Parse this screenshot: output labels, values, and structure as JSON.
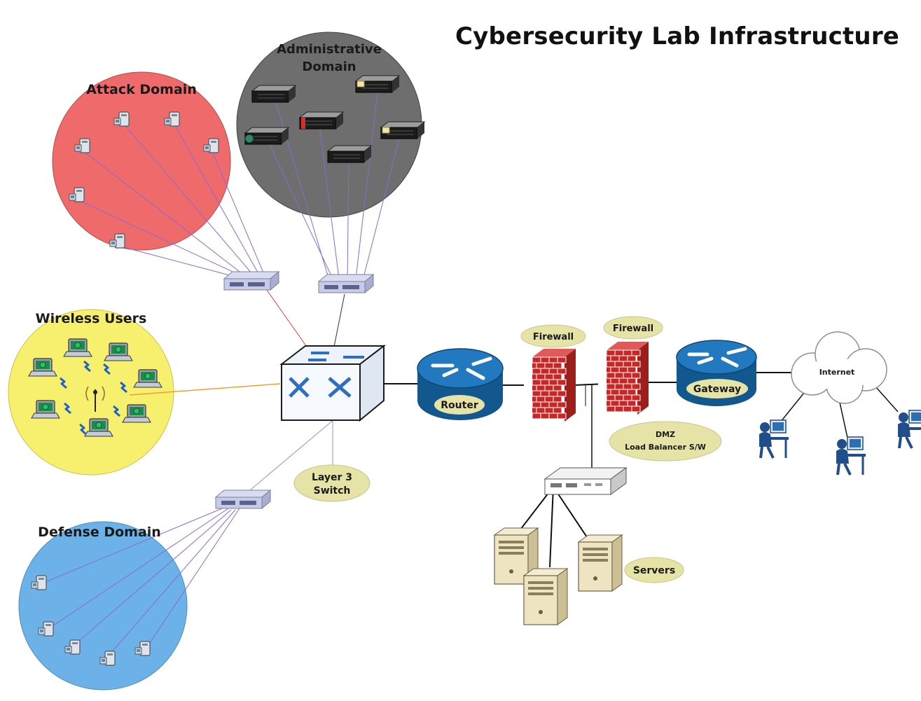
{
  "title": "Cybersecurity Lab Infrastructure",
  "domains": {
    "attack": "Attack Domain",
    "admin_line1": "Administrative",
    "admin_line2": "Domain",
    "wireless": "Wireless Users",
    "defense": "Defense Domain"
  },
  "devices": {
    "layer3_line1": "Layer 3",
    "layer3_line2": "Switch",
    "router": "Router",
    "firewall1": "Firewall",
    "firewall2": "Firewall",
    "gateway": "Gateway",
    "internet": "Internet",
    "dmz_line1": "DMZ",
    "dmz_line2": "Load Balancer S/W",
    "servers": "Servers"
  },
  "colors": {
    "attack_fill": "#ef6b6b",
    "admin_fill": "#6e6e6e",
    "wireless_fill": "#f7f06e",
    "defense_fill": "#6cb2e8",
    "label_bubble": "#e6e3a6",
    "router_blue": "#1f6aa8",
    "firewall_red": "#c62828"
  },
  "icons": [
    "workstation-icon",
    "server-rack-icon",
    "laptop-icon",
    "switch-icon",
    "router-icon",
    "firewall-icon",
    "cloud-icon",
    "user-at-desk-icon",
    "tower-server-icon",
    "antenna-icon"
  ]
}
